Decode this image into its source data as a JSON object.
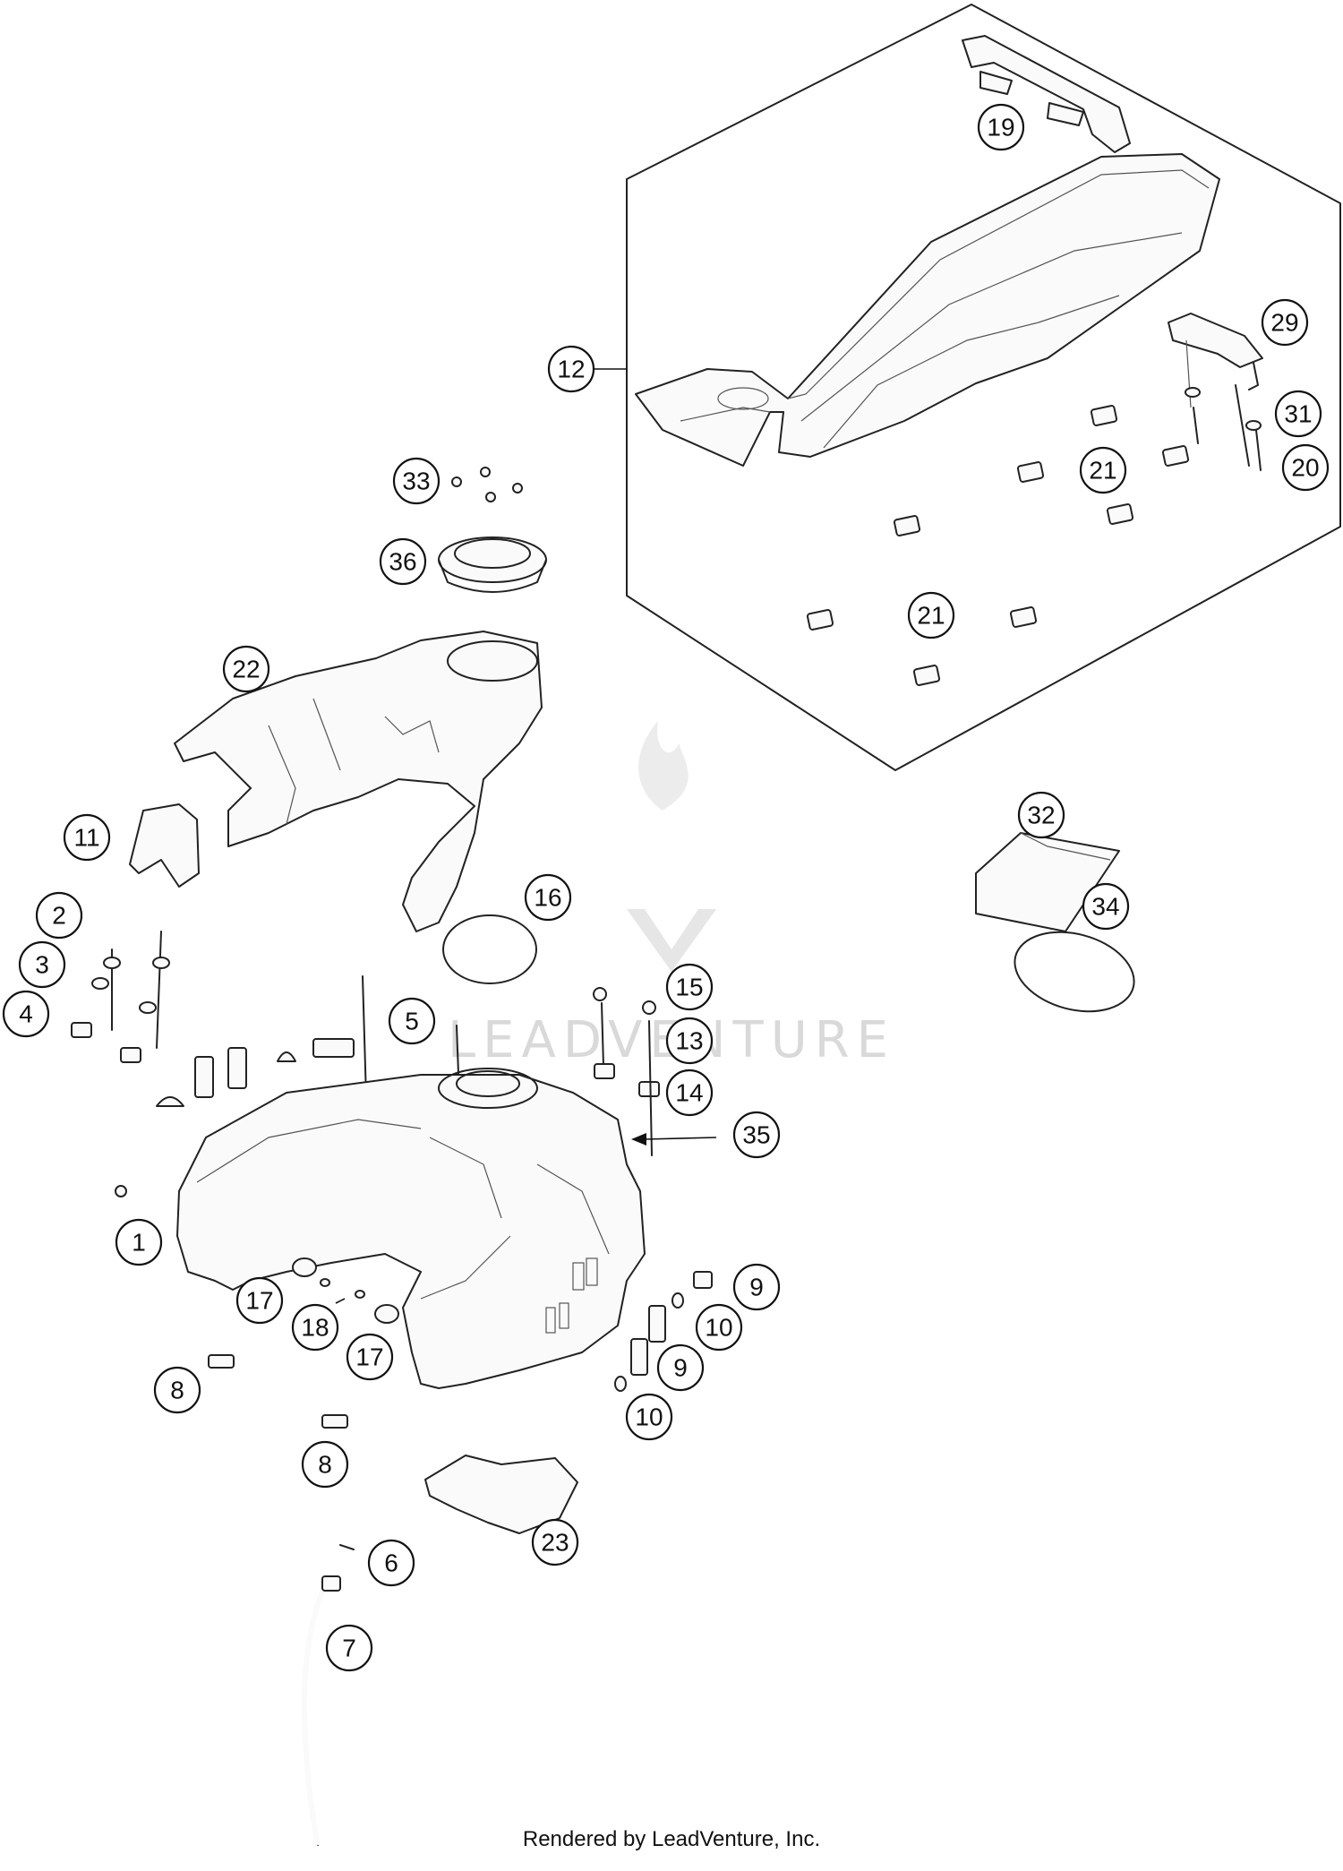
{
  "diagram": {
    "callouts": [
      "1",
      "2",
      "3",
      "4",
      "5",
      "6",
      "7",
      "8",
      "8",
      "9",
      "9",
      "10",
      "10",
      "11",
      "12",
      "13",
      "14",
      "15",
      "16",
      "17",
      "17",
      "18",
      "19",
      "20",
      "21",
      "21",
      "22",
      "23",
      "29",
      "31",
      "32",
      "33",
      "34",
      "35",
      "36"
    ],
    "watermark": "LEADVENTURE",
    "credit": "Rendered by LeadVenture, Inc."
  }
}
